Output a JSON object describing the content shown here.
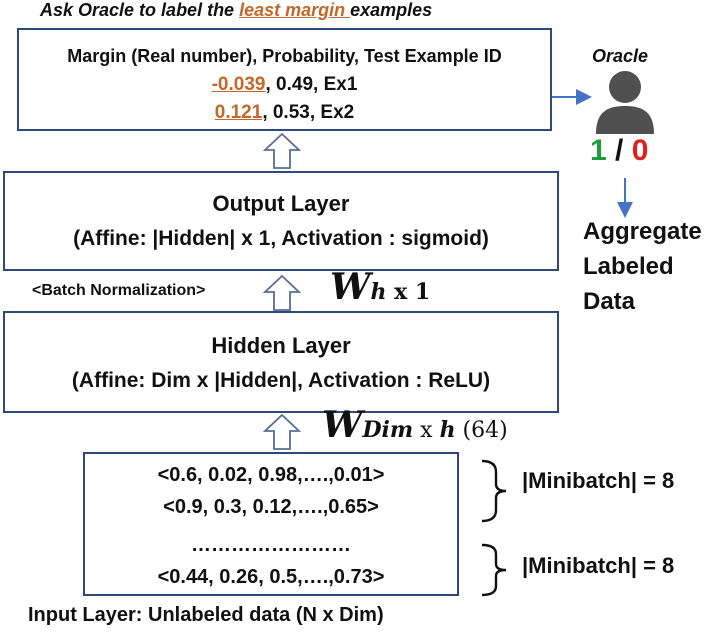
{
  "header": {
    "prefix": "Ask Oracle to label the ",
    "highlight": "least margin ",
    "suffix": "examples"
  },
  "margin_box": {
    "title": "Margin (Real number), Probability, Test Example ID",
    "rows": [
      {
        "margin": "-0.039",
        "rest": ", 0.49, Ex1"
      },
      {
        "margin": "0.121",
        "rest": ", 0.53, Ex2"
      }
    ]
  },
  "oracle": {
    "label": "Oracle",
    "yes": "1",
    "sep": " / ",
    "no": "0",
    "aggregate": [
      "Aggregate",
      "Labeled",
      "Data"
    ],
    "yes_color": "#1f9d3a",
    "no_color": "#e0201b"
  },
  "output_layer": {
    "title": "Output Layer",
    "subtitle": "(Affine: |Hidden| x 1, Activation : sigmoid)"
  },
  "batch_norm": "<Batch Normalization>",
  "w_out": {
    "main": "W",
    "sub": "h",
    "rest": " x 1"
  },
  "hidden_layer": {
    "title": "Hidden Layer",
    "subtitle": "(Affine: Dim x |Hidden|, Activation : ReLU)"
  },
  "w_in": {
    "main": "W",
    "sub": "Dim",
    "x": " x ",
    "sub2": "h",
    "paren": " (64)"
  },
  "input_box": {
    "rows": [
      "<0.6, 0.02, 0.98,….,0.01>",
      "<0.9, 0.3, 0.12,….,0.65>",
      "……………………",
      "<0.44, 0.26, 0.5,….,0.73>"
    ],
    "caption": "Input Layer:  Unlabeled data (N x Dim)"
  },
  "minibatch": [
    "|Minibatch| = 8",
    "|Minibatch| = 8"
  ],
  "colors": {
    "box_border": "#2f4a7a",
    "arrow": "#4472c4",
    "highlight": "#c0692a"
  }
}
